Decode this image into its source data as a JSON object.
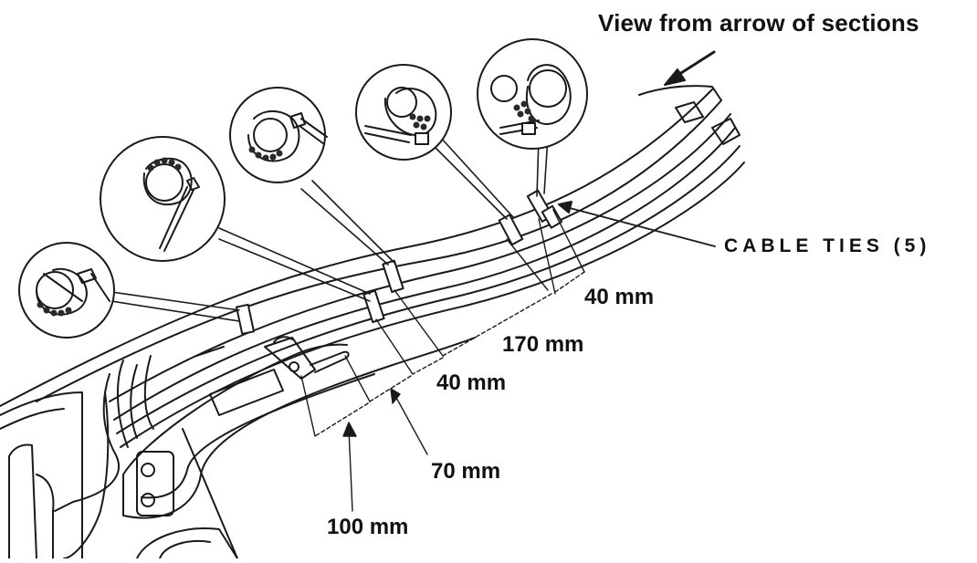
{
  "header": {
    "text": "View from arrow of sections"
  },
  "callout": {
    "text": "CABLE TIES (5)"
  },
  "dimensions": [
    {
      "id": "d40a",
      "text": "40 mm"
    },
    {
      "id": "d170",
      "text": "170 mm"
    },
    {
      "id": "d40b",
      "text": "40 mm"
    },
    {
      "id": "d70",
      "text": "70 mm"
    },
    {
      "id": "d100",
      "text": "100 mm"
    }
  ],
  "colors": {
    "ink": "#1a1a1a",
    "paper": "#ffffff",
    "shade": "#2a2a2a"
  }
}
